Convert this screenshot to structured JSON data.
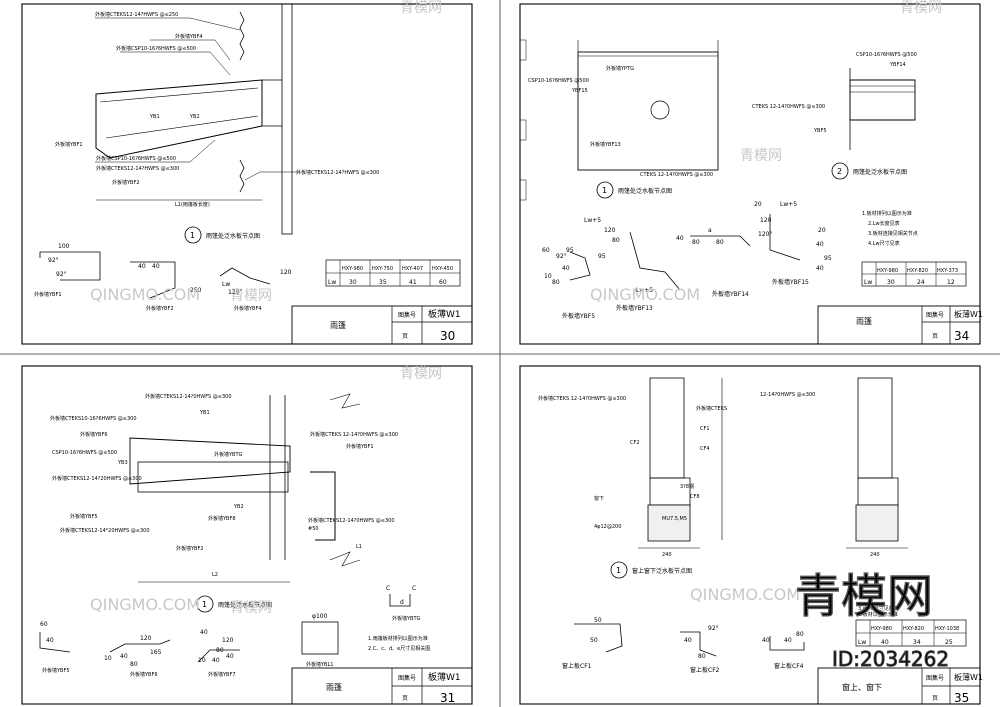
{
  "sheets": [
    {
      "title": "雨篷",
      "atlas_label": "图集号",
      "atlas_no": "板薄W1",
      "page_label": "页",
      "page_no": "30",
      "detail_title": "雨篷处泛水板节点图",
      "detail_no": "1",
      "callouts": [
        "外板墙CTEKS12-14?HWFS @≤250",
        "外板墙YBF4",
        "外板墙CSP10-16?6HWFS @≤500",
        "外板墙CTEKS12-14?HWFS @≤300",
        "外板墙CSP10-16?6HWFS @≤500",
        "外板墙CTEKS12-14?HWFS @≤300",
        "外板墙YBF2",
        "外板墙YBF1",
        "YB1",
        "YB2",
        "L1(雨篷板长度)"
      ],
      "table": {
        "headers": [
          "HXY-980",
          "HXY-750",
          "HXY-407",
          "HXY-450"
        ],
        "row_label": "Lw",
        "values": [
          "30",
          "35",
          "41",
          "60"
        ]
      },
      "parts": [
        "外板墙YBF1",
        "外板墙YBF2",
        "外板墙YBF4"
      ],
      "dims": [
        "100",
        "92°",
        "40",
        "40",
        "250",
        "120",
        "92°",
        "120°",
        "Lw"
      ]
    },
    {
      "title": "雨篷",
      "atlas_label": "图集号",
      "atlas_no": "板薄W1",
      "page_label": "页",
      "page_no": "34",
      "detail_titles": [
        "雨篷处泛水板节点图",
        "雨篷处泛水板节点图"
      ],
      "detail_nos": [
        "1",
        "2"
      ],
      "callouts": [
        "外板墙YPTG",
        "CSP10-16?6HWFS @500",
        "YBF15",
        "外板墙YBF13",
        "CTEKS 12-14?0HWFS @≤300",
        "CSP10-16?6HWFS @500",
        "YBF14",
        "CTEKS 12-14?0HWFS @≤300",
        "YBF5"
      ],
      "notes": [
        "1.板材排列以图示为准",
        "2.Lw长度见表",
        "3.板材连接见相关节点",
        "4.Lw尺寸见表"
      ],
      "table": {
        "headers": [
          "HXY-980",
          "HXY-820",
          "HXY-373"
        ],
        "row_label": "Lw",
        "values": [
          "30",
          "24",
          "12"
        ]
      },
      "parts": [
        "外板墙YBF5",
        "外板墙YBF13",
        "外板墙YBF14",
        "外板墙YBF15"
      ],
      "dims": [
        "Lw+5",
        "120",
        "80",
        "95",
        "40",
        "80",
        "20",
        "Lw+5",
        "120",
        "40",
        "60",
        "92°",
        "10",
        "80",
        "40",
        "95",
        "Lw+5",
        "a",
        "80",
        "20",
        "120°",
        "95",
        "40"
      ]
    },
    {
      "title": "雨篷",
      "atlas_label": "图集号",
      "atlas_no": "板薄W1",
      "page_label": "页",
      "page_no": "31",
      "detail_title": "雨篷处泛水板节点图",
      "detail_no": "1",
      "callouts": [
        "外板墙CTEKS12-14?0HWFS @≤300",
        "外板墙CTEKS10-16?6HWFS @≤300",
        "外板墙YBF6",
        "CSP10-16?6HWFS @≤500",
        "外板墙CTEKS12-14?20HWFS @≤300",
        "外板墙YBF5",
        "外板墙CTEKS12-14*20HWFS @≤300",
        "外板墙YBF2",
        "YB1",
        "YB3",
        "YB2",
        "外板墙YBTG",
        "外板墙YBF8",
        "外板墙CTEKS 12-14?0HWFS @≤300",
        "外板墙YBF1",
        "外板墙CTEKS12-14?0HWFS @≤300",
        "#50",
        "L1",
        "L2"
      ],
      "notes": [
        "1.雨篷板材排列以图示为准",
        "2.C、c、d、e尺寸见相关图"
      ],
      "parts": [
        "外板墙YBF5",
        "外板墙YBF6",
        "外板墙YBF7",
        "外板墙YBTG",
        "外板墙YBL1"
      ],
      "dims": [
        "60",
        "40",
        "120",
        "165",
        "40",
        "80",
        "10",
        "40",
        "80",
        "40",
        "120",
        "40",
        "10",
        "φ100",
        "C",
        "C",
        "d"
      ]
    },
    {
      "title": "窗上、窗下",
      "atlas_label": "图集号",
      "atlas_no": "板薄W1",
      "page_label": "页",
      "page_no": "35",
      "detail_title": "窗上窗下泛水板节点图",
      "detail_no": "1",
      "callouts": [
        "外板墙CTEKS 12-14?0HWFS @≤300",
        "外板墙CTEKS",
        "12-14?0HWFS @≤300",
        "CF1",
        "CF4",
        "CF2",
        "CF8",
        "窗下",
        "3?8钢",
        "4φ12@200",
        "MU7.5,M5",
        "240",
        "240",
        "240"
      ],
      "notes": [
        "3.c、d尺寸见相关",
        "4.板材以图示为准"
      ],
      "table": {
        "headers": [
          "HXY-980",
          "HXY-820",
          "HXY-1038"
        ],
        "row_label": "Lw",
        "values": [
          "40",
          "34",
          "25"
        ]
      },
      "parts": [
        "窗上板CF1",
        "窗上板CF2",
        "窗上板CF4"
      ],
      "dims": [
        "50",
        "50",
        "92°",
        "40",
        "80",
        "40",
        "40",
        "80"
      ]
    }
  ],
  "watermark": {
    "brand": "QINGMO.COM",
    "overlay_cn": "青模网",
    "id_text": "ID:2034262",
    "cn_small": "青模网"
  }
}
